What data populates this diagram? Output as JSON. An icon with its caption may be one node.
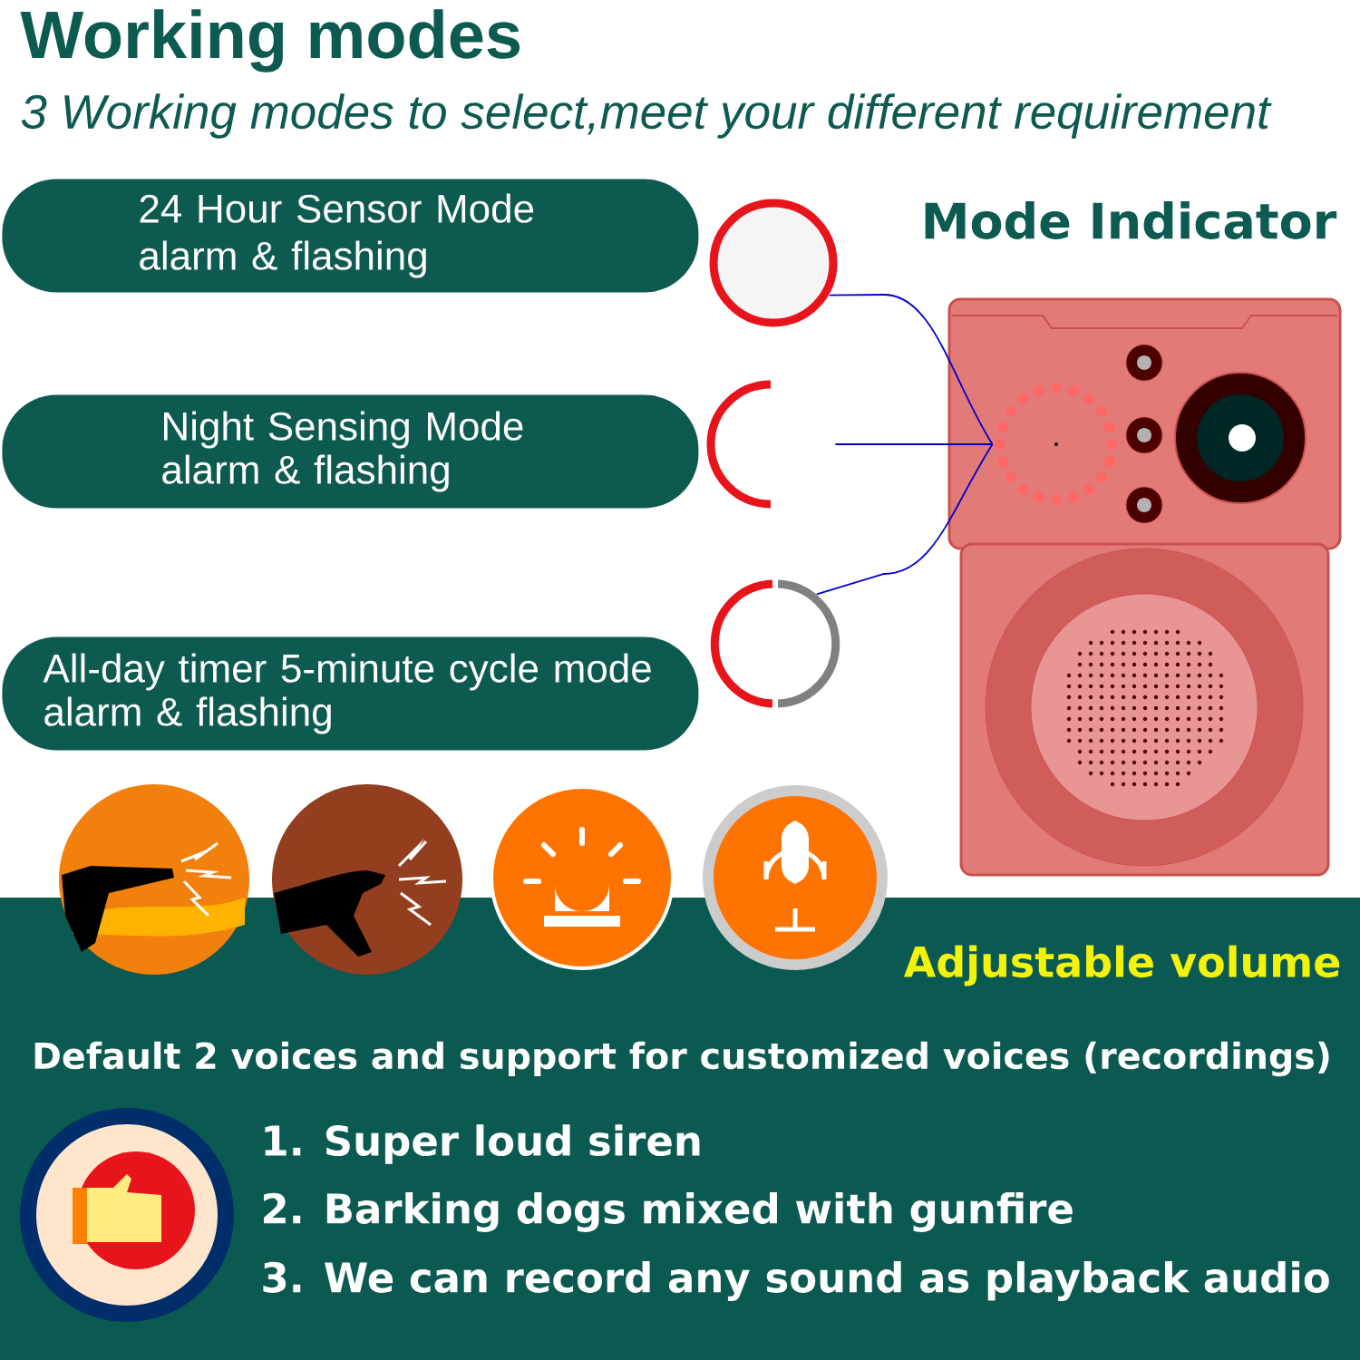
{
  "diagram": {
    "title": "Working modes",
    "nodes": [
      {
        "text": [
          "24 Hour Sensor Mode",
          "alarm & flashing"
        ]
      },
      {
        "text": [
          "Night Sensing Mode",
          "alarm & flashing"
        ]
      },
      {
        "text": [
          "All-day timer 5-minute cycle mode",
          "alarm & flashing"
        ]
      },
      {
        "text": [],
        "shape": "circle"
      },
      {
        "text": [],
        "shape": "circle"
      },
      {
        "text": [],
        "shape": "circle"
      },
      {
        "text": [],
        "shape": "circle"
      }
    ],
    "edges": [
      {
        "from": 3,
        "to": 6,
        "arrow": "none"
      },
      {
        "from": 4,
        "to": 6,
        "arrow": "none"
      },
      {
        "from": 5,
        "to": 6,
        "arrow": "none"
      }
    ],
    "labels": [
      "3 Working modes to select,meet your different requirement",
      "Mode Indicator",
      "Adjustable volume",
      "Default 2 voices and support for customized voices (recordings)",
      "1. Super loud siren",
      "2. Barking dogs mixed with gunfire",
      "3. We can record any sound as playback audio"
    ]
  }
}
